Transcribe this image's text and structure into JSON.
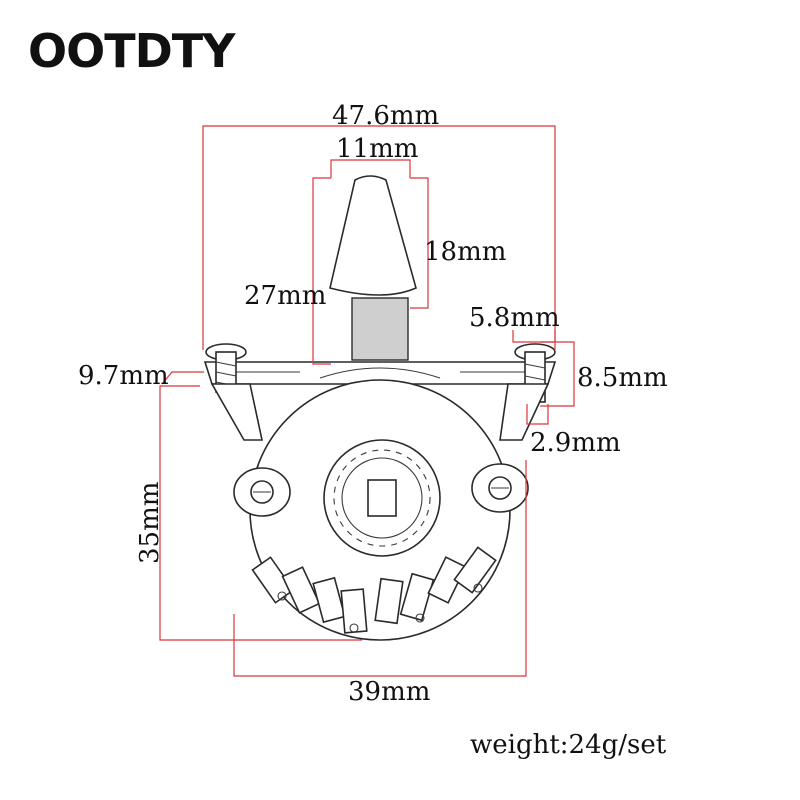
{
  "brand": {
    "name": "OOTDTY"
  },
  "dimensions": {
    "overall_width": "47.6mm",
    "knob_width": "11mm",
    "knob_height": "18mm",
    "lever_height": "27mm",
    "mount_hole": "5.8mm",
    "mount_height": "8.5mm",
    "plate_offset": "9.7mm",
    "screw_gap": "2.9mm",
    "body_height": "35mm",
    "body_width": "39mm"
  },
  "spec": {
    "weight": "weight:24g/set"
  },
  "colors": {
    "dimension_line": "#d9363e",
    "ink": "#2a2a2a"
  }
}
